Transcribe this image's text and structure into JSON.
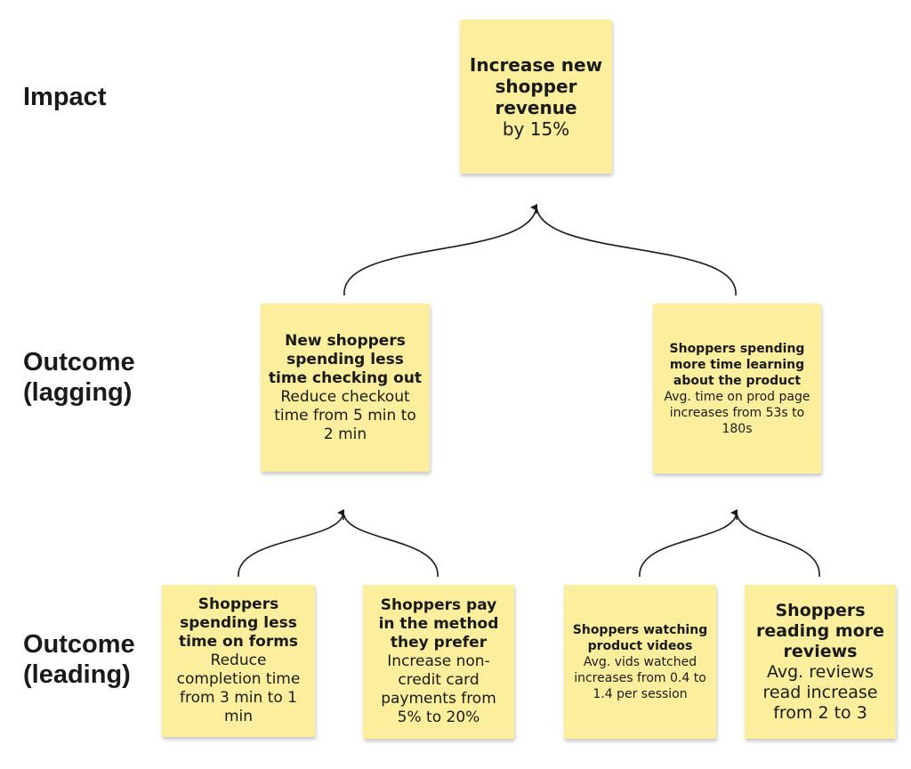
{
  "rows": {
    "impact": "Impact",
    "lagging_line1": "Outcome",
    "lagging_line2": "(lagging)",
    "leading_line1": "Outcome",
    "leading_line2": "(leading)"
  },
  "notes": {
    "impact": {
      "title": "Increase new shopper revenue",
      "body": "by 15%"
    },
    "checkout": {
      "title": "New shoppers spending less time checking out",
      "body": "Reduce checkout time from 5 min to 2 min"
    },
    "learning": {
      "title": "Shoppers spending more time learning about the product",
      "body": "Avg. time on prod page increases from 53s to 180s"
    },
    "forms": {
      "title": "Shoppers spending less time on forms",
      "body": "Reduce completion time from 3 min to 1 min"
    },
    "payment": {
      "title": "Shoppers  pay in the method they prefer",
      "body": "Increase non-credit card payments from 5% to 20%"
    },
    "videos": {
      "title": "Shoppers watching product videos",
      "body": "Avg. vids watched increases from 0.4 to 1.4 per session"
    },
    "reviews": {
      "title": "Shoppers reading more reviews",
      "body": "Avg. reviews read increase from 2 to 3"
    }
  },
  "colors": {
    "sticky_note": "#fbef9e",
    "connector": "#1a1a1a"
  }
}
